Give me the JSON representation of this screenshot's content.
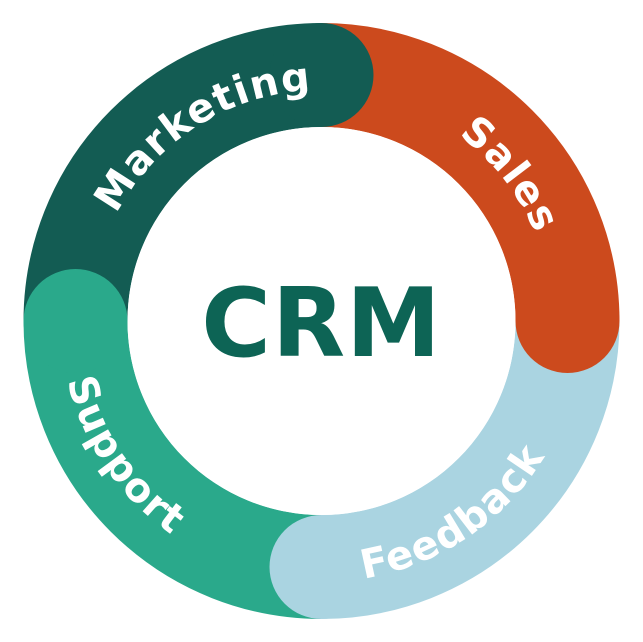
{
  "diagram": {
    "type": "cycle",
    "center_label": "CRM",
    "center_text_color": "#0D6455",
    "center_circle_color": "#FFFFFF",
    "label_text_color": "#FFFFFF",
    "background_color": "#FFFFFF",
    "flow_direction": "clockwise",
    "segments": [
      {
        "label": "Marketing",
        "color": "#135C53",
        "position": "top-left"
      },
      {
        "label": "Sales",
        "color": "#CC4A1D",
        "position": "top-right"
      },
      {
        "label": "Feedback",
        "color": "#AAD4E1",
        "position": "bottom-right"
      },
      {
        "label": "Support",
        "color": "#2AA98B",
        "position": "bottom-left"
      }
    ]
  }
}
